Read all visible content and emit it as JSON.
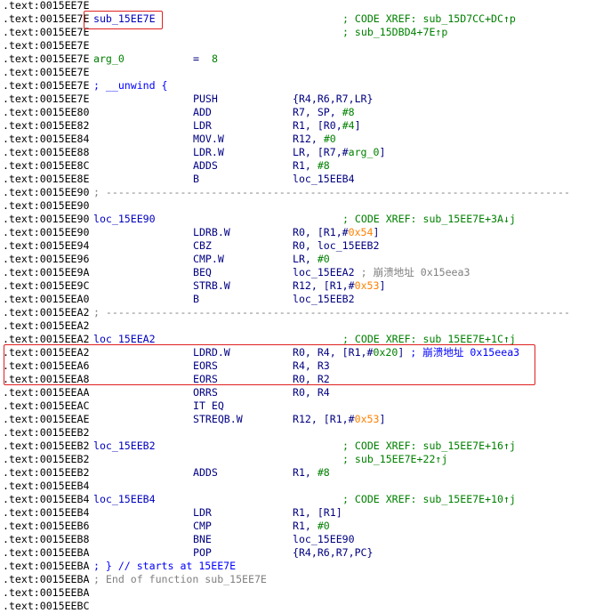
{
  "view": {
    "title": "IDA View",
    "segment": ".text"
  },
  "colors": {
    "address": "#000000",
    "mnemonic": "#000080",
    "operand": "#000080",
    "immediate": "#008000",
    "hex_offset": "#ff8000",
    "xref_comment": "#008000",
    "regular_comment": "#808080",
    "repeatable_comment": "#0000ff",
    "highlight_box": "#e02020"
  },
  "highlights": [
    {
      "name": "function-name-highlight",
      "target": "sub_15EE7E",
      "line": 1
    },
    {
      "name": "crash-instructions-highlight",
      "lines": [
        25,
        26,
        27
      ]
    }
  ],
  "lines": [
    {
      "addr": ".text:0015EE7E"
    },
    {
      "addr": ".text:0015EE7E",
      "label": "sub_15EE7E",
      "xref": "; CODE XREF: sub_15D7CC+DC↑p"
    },
    {
      "addr": ".text:0015EE7E",
      "xref": "; sub_15DBD4+7E↑p"
    },
    {
      "addr": ".text:0015EE7E"
    },
    {
      "addr": ".text:0015EE7E",
      "var_name": "arg_0",
      "var_eq": "=",
      "var_val": "8"
    },
    {
      "addr": ".text:0015EE7E"
    },
    {
      "addr": ".text:0015EE7E",
      "block_comment": "; __unwind {"
    },
    {
      "addr": ".text:0015EE7E",
      "mnem": "PUSH",
      "ops": "{R4,R6,R7,LR}"
    },
    {
      "addr": ".text:0015EE80",
      "mnem": "ADD",
      "ops_a": "R7, SP, ",
      "ops_imm": "#8"
    },
    {
      "addr": ".text:0015EE82",
      "mnem": "LDR",
      "ops_a": "R1, [R0,",
      "ops_imm": "#4",
      "ops_b": "]"
    },
    {
      "addr": ".text:0015EE84",
      "mnem": "MOV.W",
      "ops_a": "R12, ",
      "ops_imm": "#0"
    },
    {
      "addr": ".text:0015EE88",
      "mnem": "LDR.W",
      "ops_a": "LR, [R7,#",
      "ops_imm": "arg_0",
      "ops_b": "]"
    },
    {
      "addr": ".text:0015EE8C",
      "mnem": "ADDS",
      "ops_a": "R1, ",
      "ops_imm": "#8"
    },
    {
      "addr": ".text:0015EE8E",
      "mnem": "B",
      "ops": "loc_15EEB4"
    },
    {
      "addr": ".text:0015EE90",
      "separator": "; ---------------------------------------------------------------------------"
    },
    {
      "addr": ".text:0015EE90"
    },
    {
      "addr": ".text:0015EE90",
      "label": "loc_15EE90",
      "xref": "; CODE XREF: sub_15EE7E+3A↓j"
    },
    {
      "addr": ".text:0015EE90",
      "mnem": "LDRB.W",
      "ops_a": "R0, [R1,#",
      "ops_hex": "0x54",
      "ops_b": "]"
    },
    {
      "addr": ".text:0015EE94",
      "mnem": "CBZ",
      "ops": "R0, loc_15EEB2"
    },
    {
      "addr": ".text:0015EE96",
      "mnem": "CMP.W",
      "ops_a": "LR, ",
      "ops_imm": "#0"
    },
    {
      "addr": ".text:0015EE9A",
      "mnem": "BEQ",
      "ops": "loc_15EEA2",
      "comment": " ; 崩溃地址 0x15eea3"
    },
    {
      "addr": ".text:0015EE9C",
      "mnem": "STRB.W",
      "ops_a": "R12, [R1,#",
      "ops_hex": "0x53",
      "ops_b": "]"
    },
    {
      "addr": ".text:0015EEA0",
      "mnem": "B",
      "ops": "loc_15EEB2"
    },
    {
      "addr": ".text:0015EEA2",
      "separator": "; ---------------------------------------------------------------------------"
    },
    {
      "addr": ".text:0015EEA2"
    },
    {
      "addr": ".text:0015EEA2",
      "label": "loc_15EEA2",
      "xref": "; CODE XREF: sub_15EE7E+1C↑j"
    },
    {
      "addr": ".text:0015EEA2",
      "mnem": "LDRD.W",
      "ops_a": "R0, R4, [R1,#",
      "ops_imm": "0x20",
      "ops_b": "]",
      "rcomment": " ; 崩溃地址 0x15eea3"
    },
    {
      "addr": ".text:0015EEA6",
      "mnem": "EORS",
      "ops": "R4, R3"
    },
    {
      "addr": ".text:0015EEA8",
      "mnem": "EORS",
      "ops": "R0, R2"
    },
    {
      "addr": ".text:0015EEAA",
      "mnem": "ORRS",
      "ops": "R0, R4"
    },
    {
      "addr": ".text:0015EEAC",
      "mnem": "IT EQ"
    },
    {
      "addr": ".text:0015EEAE",
      "mnem": "STREQB.W",
      "ops_a": "R12, [R1,#",
      "ops_hex": "0x53",
      "ops_b": "]"
    },
    {
      "addr": ".text:0015EEB2"
    },
    {
      "addr": ".text:0015EEB2",
      "label": "loc_15EEB2",
      "xref": "; CODE XREF: sub_15EE7E+16↑j"
    },
    {
      "addr": ".text:0015EEB2",
      "xref": "; sub_15EE7E+22↑j"
    },
    {
      "addr": ".text:0015EEB2",
      "mnem": "ADDS",
      "ops_a": "R1, ",
      "ops_imm": "#8"
    },
    {
      "addr": ".text:0015EEB4"
    },
    {
      "addr": ".text:0015EEB4",
      "label": "loc_15EEB4",
      "xref": "; CODE XREF: sub_15EE7E+10↑j"
    },
    {
      "addr": ".text:0015EEB4",
      "mnem": "LDR",
      "ops": "R1, [R1]"
    },
    {
      "addr": ".text:0015EEB6",
      "mnem": "CMP",
      "ops_a": "R1, ",
      "ops_imm": "#0"
    },
    {
      "addr": ".text:0015EEB8",
      "mnem": "BNE",
      "ops": "loc_15EE90"
    },
    {
      "addr": ".text:0015EEBA",
      "mnem": "POP",
      "ops": "{R4,R6,R7,PC}"
    },
    {
      "addr": ".text:0015EEBA",
      "block_comment": "; } // starts at 15EE7E"
    },
    {
      "addr": ".text:0015EEBA",
      "end_comment": "; End of function sub_15EE7E"
    },
    {
      "addr": ".text:0015EEBA"
    },
    {
      "addr": ".text:0015EEBC"
    }
  ]
}
